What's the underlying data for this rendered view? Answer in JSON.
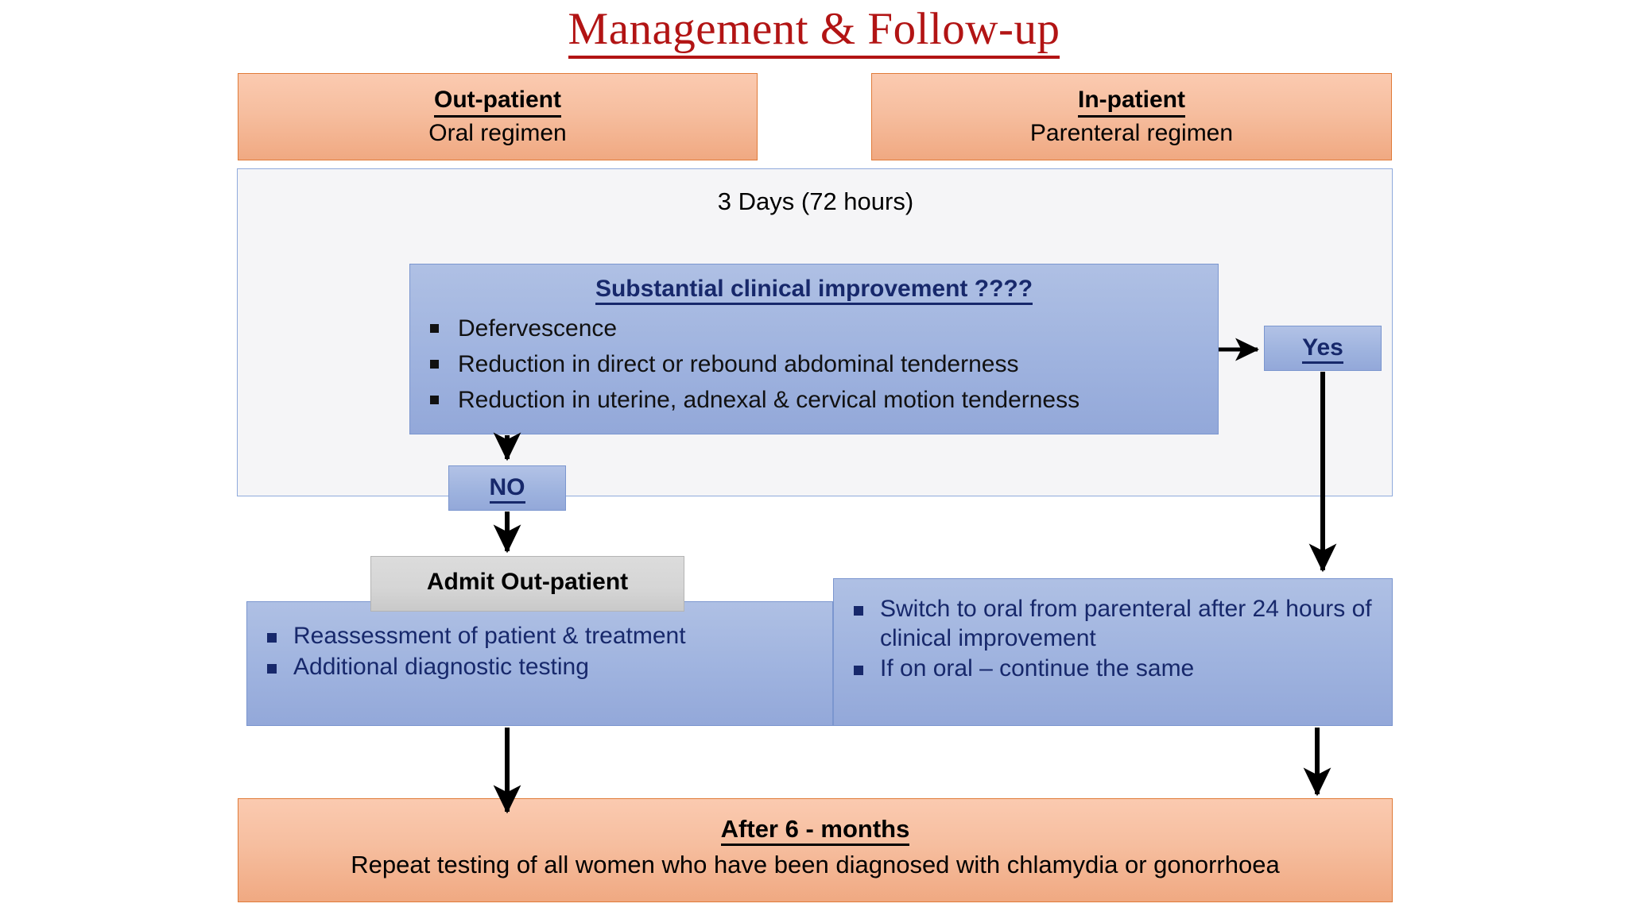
{
  "title": "Management & Follow-up",
  "headers": [
    {
      "name": "out-patient",
      "heading": "Out-patient",
      "subtitle": "Oral regimen"
    },
    {
      "name": "in-patient",
      "heading": "In-patient",
      "subtitle": "Parenteral regimen"
    }
  ],
  "window": {
    "label": "3 Days (72 hours)"
  },
  "improvement": {
    "title": "Substantial clinical improvement ????",
    "items": [
      "Defervescence",
      "Reduction in direct or rebound abdominal tenderness",
      "Reduction in uterine,  adnexal & cervical motion tenderness"
    ]
  },
  "decisions": {
    "yes": "Yes",
    "no": "NO"
  },
  "admit": {
    "label": "Admit Out-patient"
  },
  "reassess": {
    "items": [
      "Reassessment of patient & treatment",
      "Additional diagnostic testing"
    ]
  },
  "switch": {
    "items": [
      "Switch to oral from parenteral after 24 hours of clinical improvement",
      "If on oral – continue the same"
    ]
  },
  "followup": {
    "title": "After 6 - months",
    "text": "Repeat testing of all women who have been diagnosed with chlamydia or gonorrhoea"
  },
  "colors": {
    "title_red": "#B21414",
    "orange_fill": "#F4B795",
    "orange_border": "#E07B39",
    "blue_fill": "#9FB3DF",
    "blue_border": "#7B96CF",
    "navy_text": "#17286B",
    "gray_fill": "#D5D5D5",
    "container_border": "#8FAADC",
    "connector": "#000000"
  }
}
